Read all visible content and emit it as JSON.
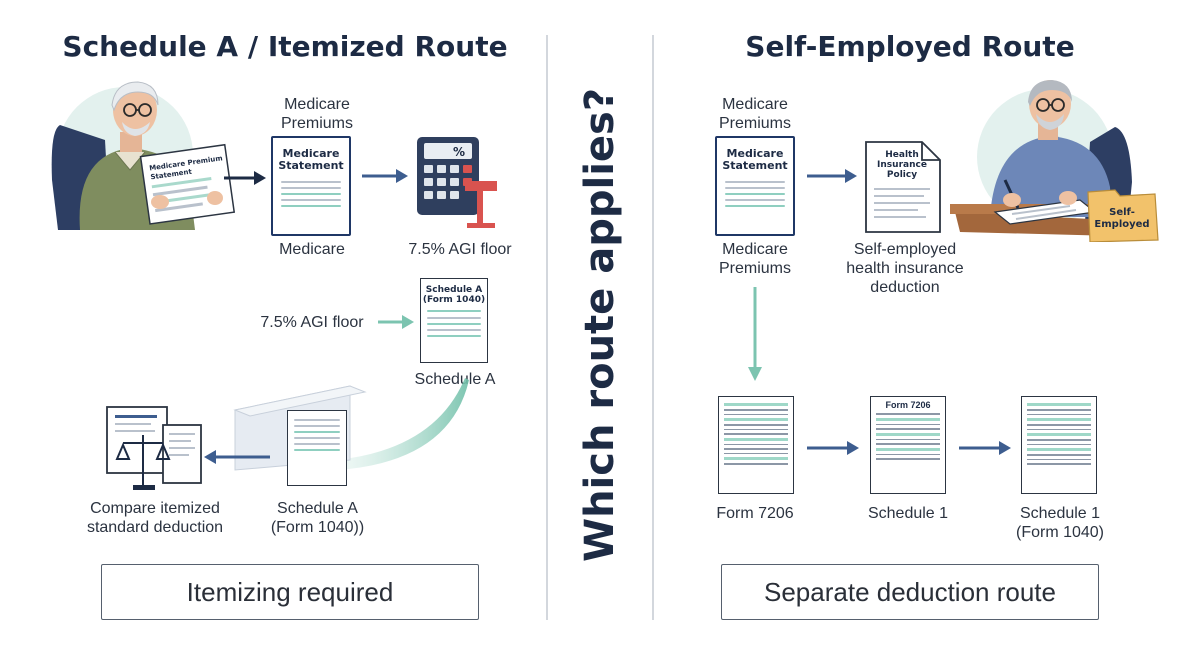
{
  "left": {
    "title": "Schedule A / Itemized Route",
    "medicare_premiums_label": "Medicare\nPremiums",
    "statement_doc": "Medicare\nStatement",
    "medicare_label": "Medicare",
    "agi_floor_label": "7.5% AGI floor",
    "agi_floor_label_2": "7.5% AGI floor",
    "schedule_a_doc": "Schedule A\n(Form 1040)",
    "schedule_a_label": "Schedule A",
    "schedule_a_form_label": "Schedule A\n(Form 1040))",
    "compare_label": "Compare itemized\nstandard deduction",
    "paper_text": "Medicare Premium\nStatement",
    "summary_box": "Itemizing required"
  },
  "center": {
    "question": "Which route applies?"
  },
  "right": {
    "title": "Self-Employed Route",
    "medicare_premiums_top": "Medicare\nPremiums",
    "statement_doc": "Medicare\nStatement",
    "medicare_premiums_bottom": "Medicare\nPremiums",
    "policy_doc": "Health\nInsurance\nPolicy",
    "se_deduction_label": "Self-employed\nhealth insurance\ndeduction",
    "form7206_doc": "Form 7206",
    "form7206_label": "Form 7206",
    "schedule1_label": "Schedule 1",
    "schedule1_form_label": "Schedule 1\n(Form 1040)",
    "folder_label": "Self-\nEmployed",
    "summary_box": "Separate deduction route"
  },
  "colors": {
    "navy": "#1d2b44",
    "arrow_blue": "#3d5d8f",
    "teal": "#7cc4b0",
    "calc_red": "#d9534f"
  }
}
